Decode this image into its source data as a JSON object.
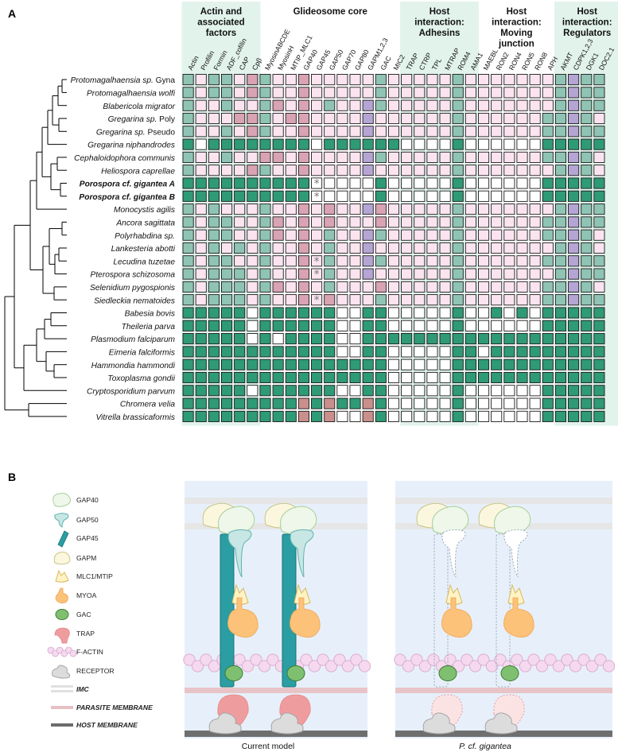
{
  "panel_labels": {
    "a": "A",
    "b": "B"
  },
  "groups": [
    {
      "title": [
        "Actin and",
        "associated",
        "factors"
      ],
      "shaded": true,
      "start": 0,
      "end": 5
    },
    {
      "title": [
        "Glideosome core"
      ],
      "shaded": false,
      "start": 6,
      "end": 16
    },
    {
      "title": [
        "Host",
        "interaction:",
        "Adhesins"
      ],
      "shaded": true,
      "start": 17,
      "end": 22
    },
    {
      "title": [
        "Host",
        "interaction:",
        "Moving",
        "junction"
      ],
      "shaded": false,
      "start": 23,
      "end": 28
    },
    {
      "title": [
        "Host",
        "interaction:",
        "Regulators"
      ],
      "shaded": true,
      "start": 29,
      "end": 33
    }
  ],
  "columns": [
    "Actin",
    "Profilin",
    "Formin",
    "ADF_cofilin",
    "CAP",
    "Cpβ",
    "MyosinABCDE",
    "MyosinH",
    "MTIP_MLC1",
    "GAP40",
    "GAP45",
    "GAP50",
    "GAP70",
    "GAP80",
    "GAPM1,2,3",
    "GAC",
    "MIC2",
    "TRAP",
    "CTRP",
    "TPL",
    "MTRAP",
    "ROM4",
    "AMA1",
    "MAEBL",
    "RON2",
    "RON4",
    "RON5",
    "RON8",
    "APH",
    "AKMT",
    "CDPK1,2,3",
    "DGK1",
    "DOC2.1"
  ],
  "rows": [
    {
      "name": "Protomagalhaensia sp.",
      "suffix": " Gyna",
      "bold": false
    },
    {
      "name": "Protomagalhaensia wolfi",
      "suffix": "",
      "bold": false
    },
    {
      "name": "Blabericola migrator",
      "suffix": "",
      "bold": false
    },
    {
      "name": "Gregarina sp.",
      "suffix": " Poly",
      "bold": false
    },
    {
      "name": "Gregarina sp.",
      "suffix": " Pseudo",
      "bold": false
    },
    {
      "name": "Gregarina niphandrodes",
      "suffix": "",
      "bold": false
    },
    {
      "name": "Cephaloidophora communis",
      "suffix": "",
      "bold": false
    },
    {
      "name": "Heliospora caprellae",
      "suffix": "",
      "bold": false
    },
    {
      "name": "Porospora cf. gigantea A",
      "suffix": "",
      "bold": true
    },
    {
      "name": "Porospora cf. gigantea B",
      "suffix": "",
      "bold": true
    },
    {
      "name": "Monocystis agilis",
      "suffix": "",
      "bold": false
    },
    {
      "name": "Ancora sagittata",
      "suffix": "",
      "bold": false
    },
    {
      "name": "Polyrhabdina sp.",
      "suffix": "",
      "bold": false
    },
    {
      "name": "Lankesteria abotti",
      "suffix": "",
      "bold": false
    },
    {
      "name": "Lecudina tuzetae",
      "suffix": "",
      "bold": false
    },
    {
      "name": "Pterospora schizosoma",
      "suffix": "",
      "bold": false
    },
    {
      "name": "Selenidium pygospionis",
      "suffix": "",
      "bold": false
    },
    {
      "name": "Siedleckia nematoides",
      "suffix": "",
      "bold": false
    },
    {
      "name": "Babesia bovis",
      "suffix": "",
      "bold": false
    },
    {
      "name": "Theileria parva",
      "suffix": "",
      "bold": false
    },
    {
      "name": "Plasmodium falciparum",
      "suffix": "",
      "bold": false
    },
    {
      "name": "Eimeria falciformis",
      "suffix": "",
      "bold": false
    },
    {
      "name": "Hammondia hammondi",
      "suffix": "",
      "bold": false
    },
    {
      "name": "Toxoplasma gondii",
      "suffix": "",
      "bold": false
    },
    {
      "name": "Cryptosporidium parvum",
      "suffix": "",
      "bold": false
    },
    {
      "name": "Chromera velia",
      "suffix": "",
      "bold": false
    },
    {
      "name": "Vitrella brassicaformis",
      "suffix": "",
      "bold": false
    }
  ],
  "cell_code_key": {
    "G": "#2f9a76",
    "T": "#8fc4b4",
    "P": "#fbe4ef",
    "R": "#d9a3b3",
    "L": "#b5a5d5",
    "W": "#ffffff",
    "B": "#c98f8c"
  },
  "matrix": [
    "TPTTPRTPPRPPPPPTPPPPPTPPPPPPPTLTT",
    "TPTTPRTPPRPPPPPTPPPPPTPPPPPPPTLTT",
    "TPPTPPTRPRPTPPLTPPPPPTPPPPPPPTLTT",
    "TPPPRRTPRRPPPPLPPPPPPTPPPPPPTTLTP",
    "TPPTPRTPPRPPPPLPPPPPPTPPPPPPTTLTT",
    "GWGGGGGGGGWGGGGGGWWWWGWWWWWWGGGGG",
    "TPPTPPRRPRPPPPLTPPPPPTPPPPPPTTLTP",
    "TPPPPRTPPRPPPPLPPPPPPTPPPPPPPTLTP",
    "GGGGGGGGGGWWWWWGWWWWWGWWWWWWGGGGG",
    "GGGGGGGGGGWWWWWGWWWWWGWWWWWWGGGGG",
    "TPTPPPTPPRPRPPLRPPPPPTPPPPPPPTLTT",
    "TPTTPPTRPRPRPPPRPPPPPTPPPPPPTTLTT",
    "TPTTPPTRPRPTPPLTPPPPPTPPPPPPTTLTP",
    "TPTPTPTPPRPTPPLPPPPPPTPPPPPPPTLTP",
    "TPTTPPTPPRPTPPLTPPPPPTPPPPPPTTLTT",
    "TPTTTPTPPRPTPPLPPPPPPTPPPPPPPTLTT",
    "TPTTTPTRPRPTPPPRPPPPPTPPPPPPTTLTP",
    "TPTTTPTPPRPRPPPTPPPPPTPPPPPPTTLTT",
    "GGGGGWGGGGGGWWGGWWWWWGWWGWGWGGGGG",
    "GGGGGWGGGGGGWWGGWWWWWGWWWWWWGGGGG",
    "GGGGGWGWGGGGWWGGGGGGGGGGGGGGGGGGG",
    "GGGGGGGGGGGGWWGGWWWWWGGWGGGGGGGGG",
    "GGGGGGGGGGGGGGGGWWWWWGGGGGGGGGGGG",
    "GGGGGGGGGGGGGGGGWWWWWGGGGGGGGGGGG",
    "GGGGGWGGGGGGWWGGWWWWWGWWWWWWGGGGG",
    "GGGGGGGGGBGBGGBGWWWWWGWWWWWWGGGGG",
    "GGGGGGGGGBGBWWBGWWWWWGWWWWWWGGGGG"
  ],
  "asterisks": {
    "symbol": "*",
    "column": "GAP45",
    "row_indices": [
      8,
      9,
      14,
      15,
      17
    ]
  },
  "colors": {
    "teal_dark": "#2f9a76",
    "teal_light": "#8fc4b4",
    "pink_light": "#fbe4ef",
    "rose": "#d9a3b3",
    "lavender": "#b5a5d5",
    "brown_rose": "#c98f8c",
    "group_shade": "#e2f3ec",
    "panel_bg": "#e7f0fa"
  },
  "legend": [
    {
      "icon": "gap40-icon",
      "label": "GAP40",
      "italic": false
    },
    {
      "icon": "gap50-icon",
      "label": "GAP50",
      "italic": false
    },
    {
      "icon": "gap45-icon",
      "label": "GAP45",
      "italic": false
    },
    {
      "icon": "gapm-icon",
      "label": "GAPM",
      "italic": false
    },
    {
      "icon": "mlc1-mtip-icon",
      "label": "MLC1/MTIP",
      "italic": false
    },
    {
      "icon": "myoa-icon",
      "label": "MYOA",
      "italic": false
    },
    {
      "icon": "gac-icon",
      "label": "GAC",
      "italic": false
    },
    {
      "icon": "trap-icon",
      "label": "TRAP",
      "italic": false
    },
    {
      "icon": "f-actin-icon",
      "label": "F-ACTIN",
      "italic": false
    },
    {
      "icon": "receptor-icon",
      "label": "RECEPTOR",
      "italic": false
    },
    {
      "icon": "imc-icon",
      "label": "IMC",
      "italic": true
    },
    {
      "icon": "parasite-membrane-icon",
      "label": "PARASITE MEMBRANE",
      "italic": true
    },
    {
      "icon": "host-membrane-icon",
      "label": "HOST MEMBRANE",
      "italic": true
    }
  ],
  "models": [
    {
      "caption": "Current model",
      "italic": false
    },
    {
      "caption": "P. cf. gigantea",
      "italic": true
    }
  ]
}
